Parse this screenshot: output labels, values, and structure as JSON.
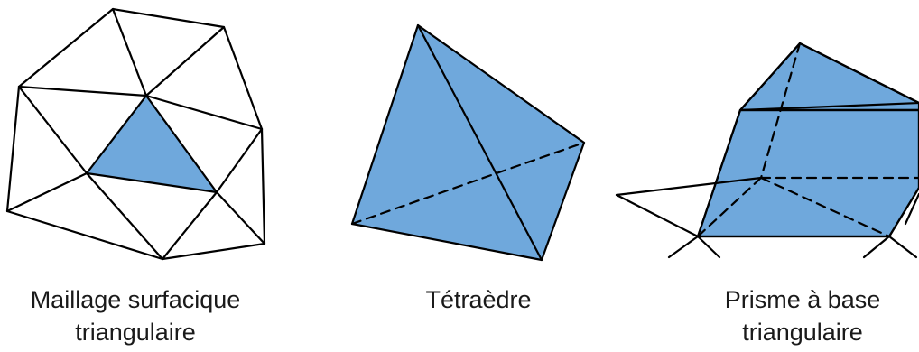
{
  "captions": {
    "mesh": {
      "line1": "Maillage surfacique",
      "line2": "triangulaire"
    },
    "tetrahedron": {
      "line1": "Tétraèdre"
    },
    "prism": {
      "line1": "Prisme à base",
      "line2": "triangulaire"
    }
  },
  "colors": {
    "fill": "#6fa8dc",
    "stroke": "#000000",
    "background": "#ffffff"
  }
}
